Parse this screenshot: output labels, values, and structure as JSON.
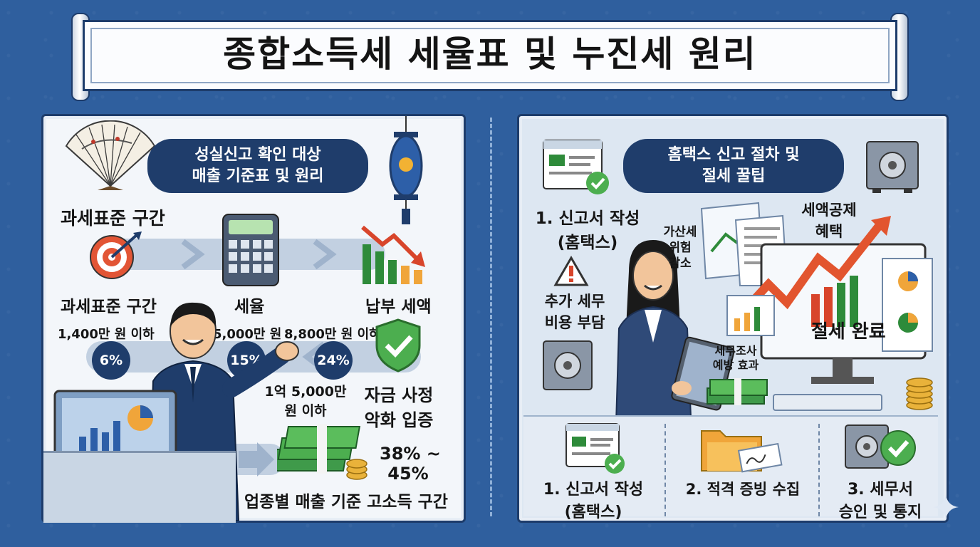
{
  "title": "종합소득세 세율표 및 누진세 원리",
  "left": {
    "header_line1": "성실신고 확인 대상",
    "header_line2": "매출 기준표 및 원리",
    "label_top": "과세표준 구간",
    "label_bracket": "과세표준 구간",
    "label_rate": "세율",
    "label_tax": "납부 세액",
    "amount_1": "1,400만 원 이하",
    "rate_1": "6%",
    "amount_2": "5,000만 원",
    "rate_2": "15%",
    "amount_3": "8,800만 원 이하",
    "rate_3": "24%",
    "amount_4_line1": "1억 5,000만",
    "amount_4_line2": "원 이하",
    "note_line1": "자금 사정",
    "note_line2": "악화 입증",
    "rate_high_line1": "38% ~",
    "rate_high_line2": "45%",
    "footer": "업종별 매출 기준 고소득 구간",
    "icons": [
      "fan-icon",
      "lantern-icon",
      "target-icon",
      "calculator-icon",
      "falling-chart-icon",
      "shield-check-icon",
      "money-stack-icon",
      "monitor-icon"
    ]
  },
  "right": {
    "header_line1": "홈택스 신고 절차 및",
    "header_line2": "절세 꿀팁",
    "step_top_line1": "1. 신고서 작성",
    "step_top_line2": "(홈택스)",
    "warning_line1": "추가 세무",
    "warning_line2": "비용 부담",
    "penalty_line1": "가산세",
    "penalty_line2": "위험",
    "penalty_line3": "감소",
    "deduction_line1": "세액공제",
    "deduction_line2": "혜택",
    "done": "절세 완료",
    "audit_line1": "세무조사",
    "audit_line2": "예방 효과",
    "step1_line1": "1. 신고서 작성",
    "step1_line2": "(홈택스)",
    "step2": "2. 적격 증빙 수집",
    "step3_line1": "3. 세무서",
    "step3_line2": "승인 및 통지",
    "icons": [
      "document-check-icon",
      "safe-icon",
      "warning-icon",
      "rising-chart-icon",
      "folder-icon",
      "tablet-icon"
    ]
  },
  "colors": {
    "background": "#2f5f9e",
    "navy": "#1f3d6b",
    "green": "#2e8b3a",
    "red": "#d8452b"
  }
}
